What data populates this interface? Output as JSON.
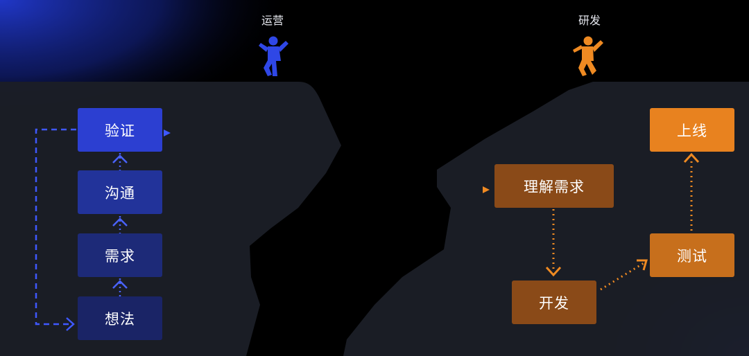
{
  "roles": {
    "operations": "运营",
    "development": "研发"
  },
  "operations_steps": {
    "verify": "验证",
    "communicate": "沟通",
    "requirement": "需求",
    "idea": "想法"
  },
  "development_steps": {
    "launch": "上线",
    "understand_requirement": "理解需求",
    "test": "测试",
    "develop": "开发"
  },
  "colors": {
    "operations_accent": "#2f47e6",
    "development_accent": "#ef8a22",
    "background": "#000000",
    "panel": "#1a1d24"
  },
  "icons": {
    "operations_person": "person-cheering-icon",
    "development_person": "person-cheering-icon"
  }
}
